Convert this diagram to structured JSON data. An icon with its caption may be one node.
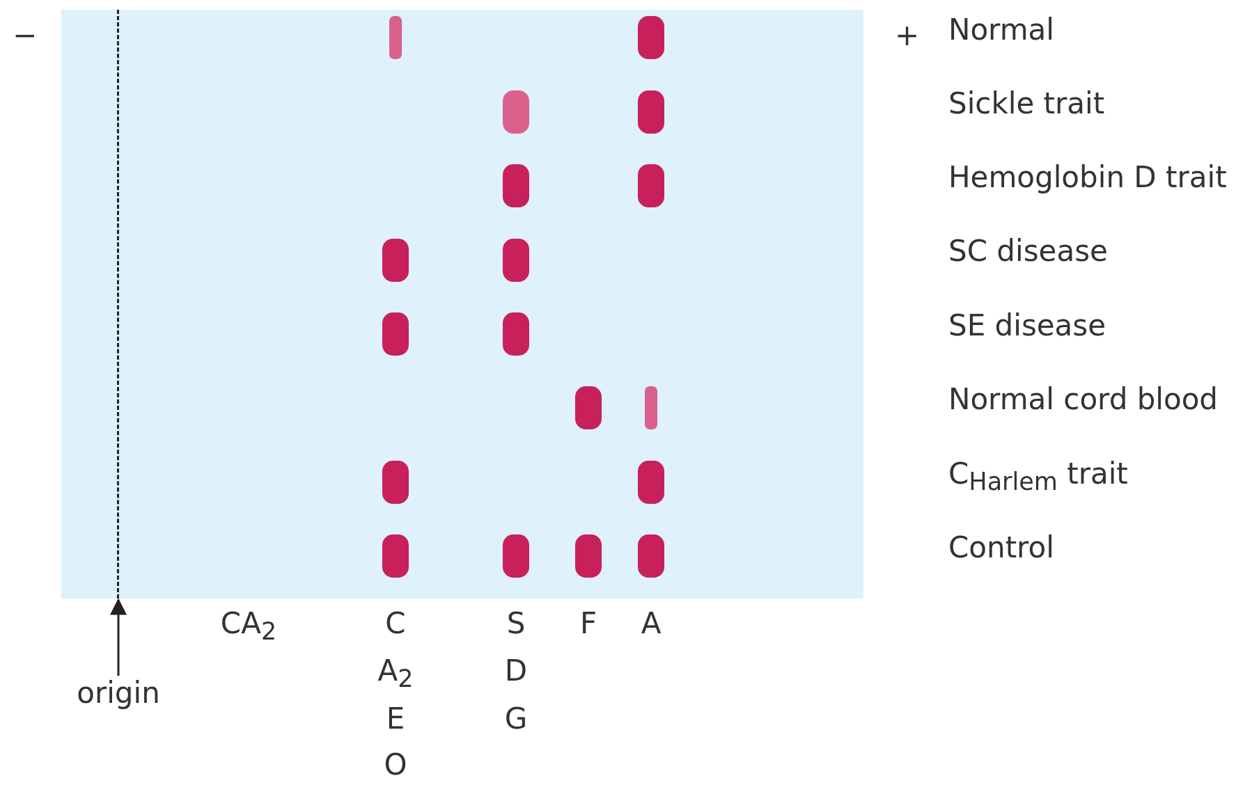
{
  "diagram": {
    "nodes": [
      {
        "text": [
          "origin"
        ]
      },
      {
        "text": [],
        "shape": "line"
      }
    ],
    "edges": [
      {
        "from": 0,
        "to": 1,
        "arrow": "to"
      }
    ],
    "labels": [
      "−",
      "+",
      "Normal",
      "Sickle trait",
      "Hemoglobin D trait",
      "SC disease",
      "SE disease",
      "Normal cord blood",
      "C$_{Harlem}$ trait",
      "Control",
      "CA$_{2}$",
      "C",
      "A$_{2}$",
      "E",
      "O",
      "S",
      "D",
      "G",
      "F",
      "A"
    ]
  }
}
